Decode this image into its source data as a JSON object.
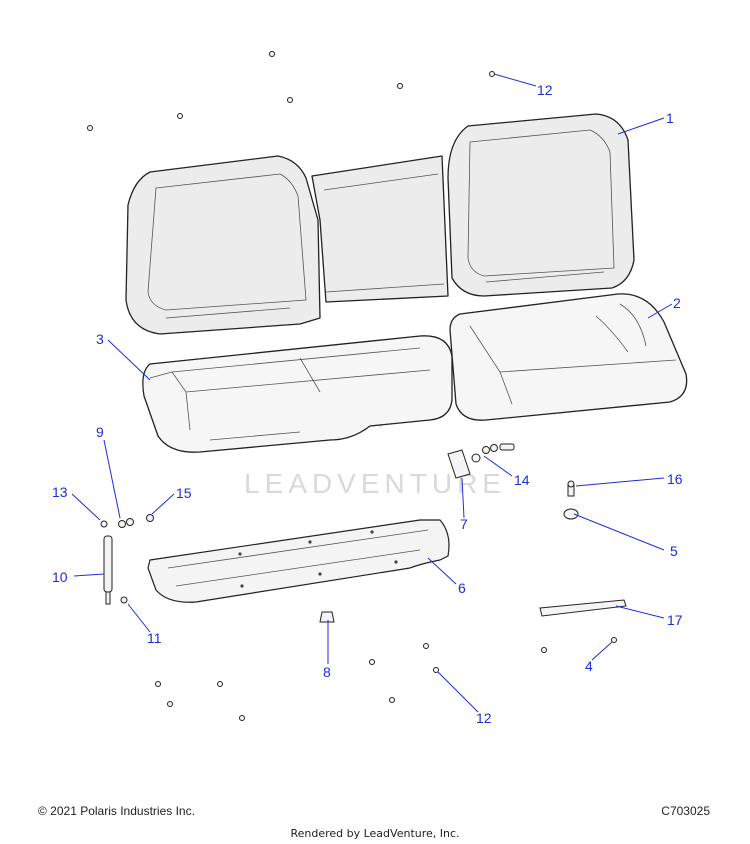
{
  "watermark": {
    "text": "LEADVENTURE"
  },
  "callouts": [
    {
      "id": "1",
      "label": "1"
    },
    {
      "id": "2",
      "label": "2"
    },
    {
      "id": "3",
      "label": "3"
    },
    {
      "id": "4",
      "label": "4"
    },
    {
      "id": "5",
      "label": "5"
    },
    {
      "id": "6",
      "label": "6"
    },
    {
      "id": "7",
      "label": "7"
    },
    {
      "id": "8",
      "label": "8"
    },
    {
      "id": "9",
      "label": "9"
    },
    {
      "id": "10",
      "label": "10"
    },
    {
      "id": "11",
      "label": "11"
    },
    {
      "id": "12a",
      "label": "12"
    },
    {
      "id": "12b",
      "label": "12"
    },
    {
      "id": "13",
      "label": "13"
    },
    {
      "id": "14",
      "label": "14"
    },
    {
      "id": "15",
      "label": "15"
    },
    {
      "id": "16",
      "label": "16"
    },
    {
      "id": "17",
      "label": "17"
    }
  ],
  "footer": {
    "copyright": "© 2021 Polaris Industries Inc.",
    "diagram_code": "C703025",
    "rendered_by": "Rendered by LeadVenture, Inc."
  }
}
